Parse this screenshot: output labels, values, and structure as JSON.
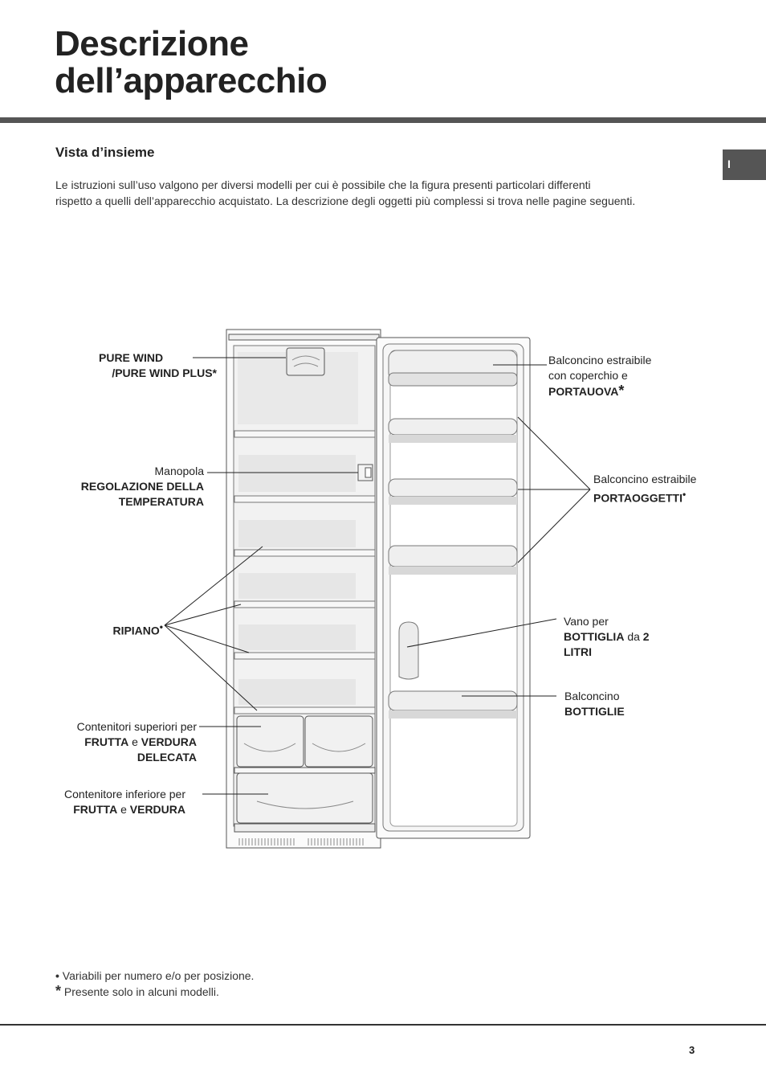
{
  "header": {
    "title_line1": "Descrizione",
    "title_line2": "dell’apparecchio",
    "lang_tab": "I"
  },
  "section": {
    "heading": "Vista d’insieme",
    "intro_line1": "Le istruzioni sull’uso valgono per diversi modelli per cui è possibile che la figura presenti particolari differenti",
    "intro_line2": "rispetto a quelli dell’apparecchio acquistato. La descrizione degli oggetti più complessi si trova nelle pagine seguenti."
  },
  "labels": {
    "pure_wind": {
      "line1": "PURE  WIND",
      "line2": "/PURE  WIND  PLUS*"
    },
    "manopola": {
      "line1": "Manopola",
      "line2": "REGOLAZIONE DELLA",
      "line3": "TEMPERATURA"
    },
    "ripiano": {
      "text": "RIPIANO",
      "mark": "•"
    },
    "contenitori_sup": {
      "line1": "Contenitori superiori per",
      "bold1": "FRUTTA",
      "conj": " e ",
      "bold2": "VERDURA",
      "line3": "DELECATA"
    },
    "contenitore_inf": {
      "line1": "Contenitore inferiore per",
      "bold1": "FRUTTA",
      "conj": " e ",
      "bold2": "VERDURA"
    },
    "balconcino_portauova": {
      "line1": "Balconcino  estraibile",
      "line2": "con coperchio e",
      "line3": "PORTAUOVA",
      "mark": "*"
    },
    "balconcino_portaoggetti": {
      "line1": "Balconcino  estraibile",
      "line2": "PORTAOGGETTI",
      "mark": "•"
    },
    "vano_bottiglia": {
      "line1": "Vano per",
      "bold1": "BOTTIGLIA",
      "conj": " da ",
      "bold2": "2",
      "line3": "LITRI"
    },
    "balconcino_bottiglie": {
      "line1": "Balconcino",
      "line2": "BOTTIGLIE"
    }
  },
  "notes": {
    "note1_mark": "•",
    "note1": " Variabili per numero e/o per posizione.",
    "note2_mark": "*",
    "note2": " Presente solo in alcuni modelli."
  },
  "footer": {
    "page_number": "3"
  }
}
